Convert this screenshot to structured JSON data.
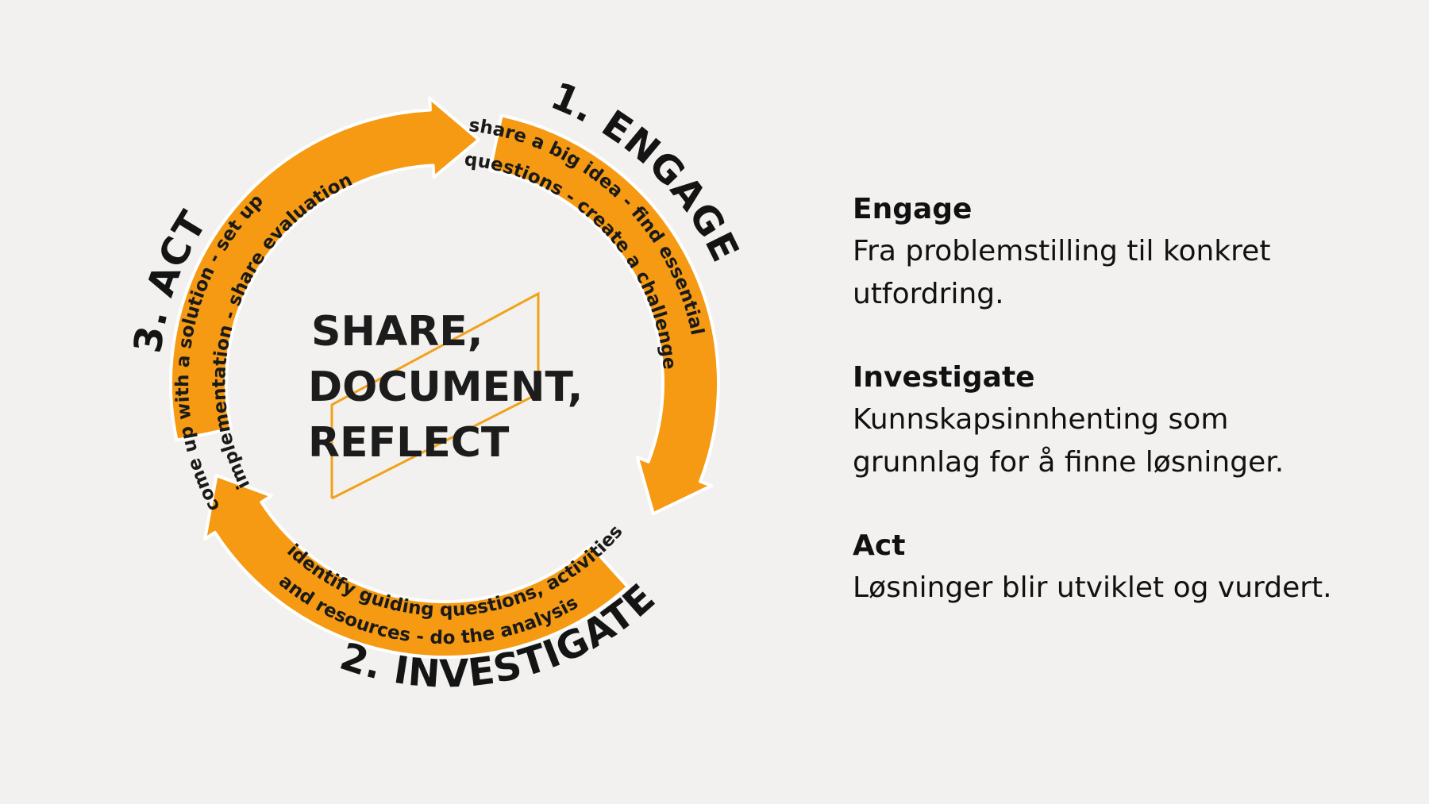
{
  "diagram": {
    "stages": [
      {
        "title": "1. ENGAGE",
        "lines": [
          "share a big idea - find essential",
          "questions - create a challenge"
        ]
      },
      {
        "title": "2. INVESTIGATE",
        "lines": [
          "identify guiding questions, activities",
          "and resources - do the analysis"
        ]
      },
      {
        "title": "3. ACT",
        "lines": [
          "come up with a solution - set up",
          "implementation - share evaluation"
        ]
      }
    ],
    "center_lines": [
      "SHARE,",
      "DOCUMENT,",
      "REFLECT"
    ],
    "colors": {
      "ring": "#f59a12",
      "outline": "#ffffff",
      "center_shape": "#f0a21a",
      "text": "#1a1a1a"
    }
  },
  "legend": [
    {
      "heading": "Engage",
      "body": "Fra problemstilling til konkret utfordring."
    },
    {
      "heading": "Investigate",
      "body": "Kunnskapsinnhenting som grunnlag for å finne løsninger."
    },
    {
      "heading": "Act",
      "body": "Løsninger blir utviklet og vurdert."
    }
  ]
}
